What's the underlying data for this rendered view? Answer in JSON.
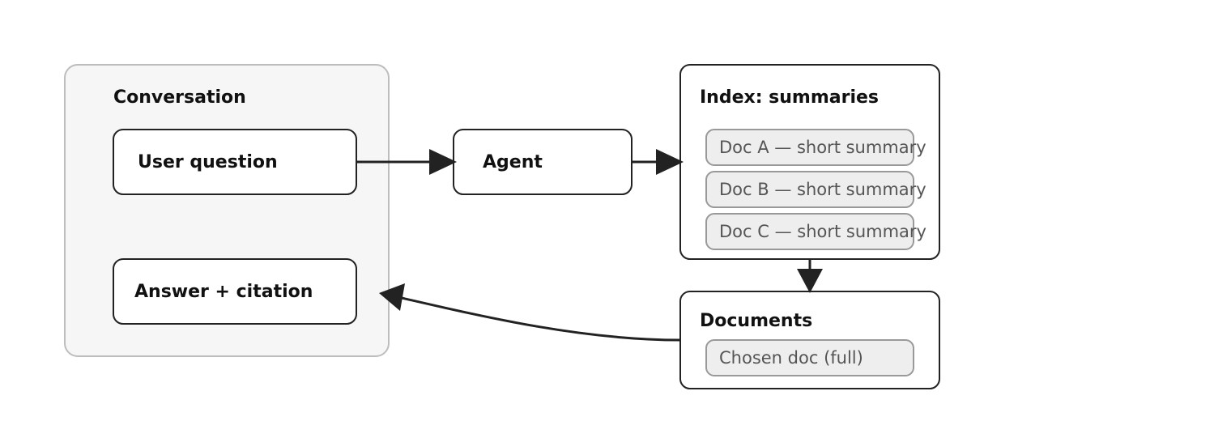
{
  "conversation": {
    "title": "Conversation",
    "user_question": "User question",
    "answer": "Answer + citation"
  },
  "agent": {
    "label": "Agent"
  },
  "index": {
    "title": "Index: summaries",
    "docs": [
      "Doc A — short summary",
      "Doc B — short summary",
      "Doc C — short summary"
    ]
  },
  "documents": {
    "title": "Documents",
    "chosen": "Chosen doc (full)"
  }
}
